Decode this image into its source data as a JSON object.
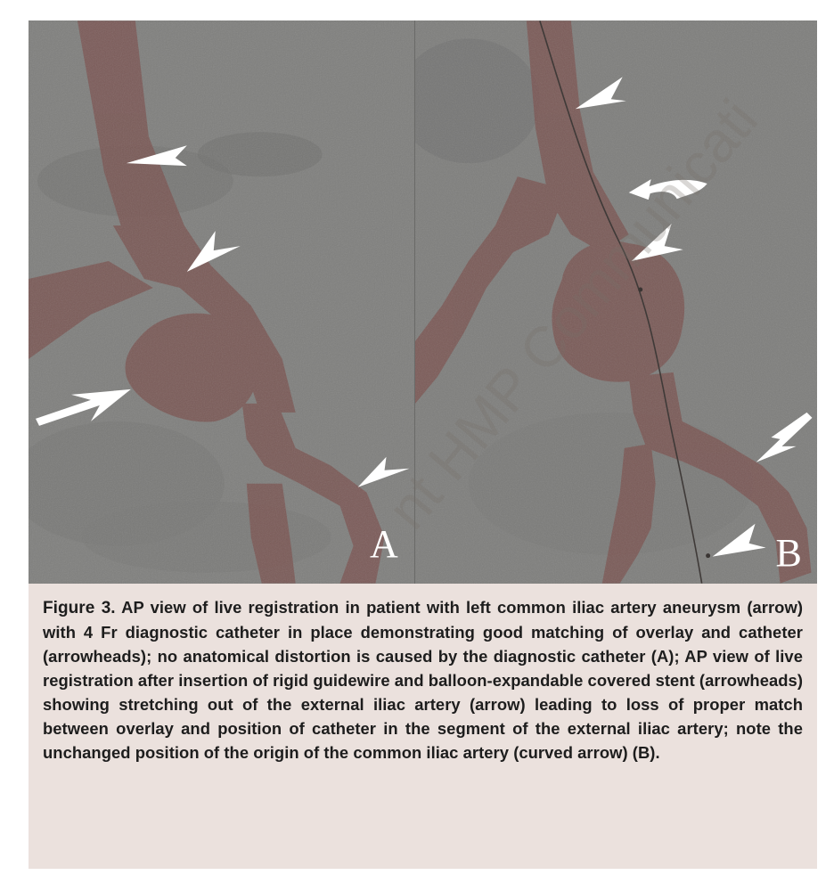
{
  "figure": {
    "panels": [
      {
        "id": "A",
        "label": "A",
        "description": "AP view live registration with 4 Fr diagnostic catheter"
      },
      {
        "id": "B",
        "label": "B",
        "description": "AP view live registration after rigid guidewire and covered stent insertion"
      }
    ],
    "annotations": {
      "A": [
        "arrowhead",
        "arrowhead",
        "arrow",
        "arrowhead"
      ],
      "B": [
        "arrowhead",
        "curved-arrow",
        "arrowhead",
        "arrow",
        "arrowhead"
      ]
    },
    "caption": {
      "label": "Figure 3.",
      "text": "AP view of live registration in patient with left common iliac artery aneurysm (arrow) with 4 Fr diagnostic catheter in place demonstrating good matching of overlay and catheter (arrowheads); no anatomical distortion is caused by the diagnostic catheter (A); AP view of live registration after insertion of rigid guidewire and balloon-expandable covered stent (arrowheads) showing stretching out of the external iliac artery (arrow) leading to loss of proper match between overlay and position of catheter in the segment of the external iliac artery; note the unchanged position of the origin of the common iliac artery (curved arrow) (B)."
    },
    "watermark": "nt HMP Communicati"
  },
  "colors": {
    "caption_bg": "#ebe1dd",
    "xray_bg": "#7d7d7b",
    "overlay_vessel": "#7a5552",
    "annotation": "#ffffff"
  }
}
